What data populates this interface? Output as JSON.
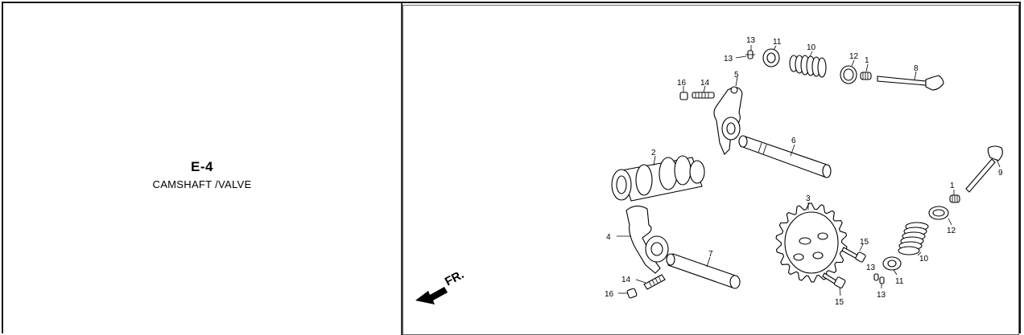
{
  "section": {
    "code": "E-4",
    "name": "CAMSHAFT /VALVE"
  },
  "diagram": {
    "direction_label": "FR.",
    "callouts": {
      "c1a": "1",
      "c1b": "1",
      "c2": "2",
      "c3": "3",
      "c4": "4",
      "c5": "5",
      "c6": "6",
      "c7": "7",
      "c8": "8",
      "c9": "9",
      "c10a": "10",
      "c10b": "10",
      "c11a": "11",
      "c11b": "11",
      "c12a": "12",
      "c12b": "12",
      "c13a": "13",
      "c13b": "13",
      "c13c": "13",
      "c13d": "13",
      "c14a": "14",
      "c14b": "14",
      "c15a": "15",
      "c15b": "15",
      "c16a": "16",
      "c16b": "16"
    }
  }
}
